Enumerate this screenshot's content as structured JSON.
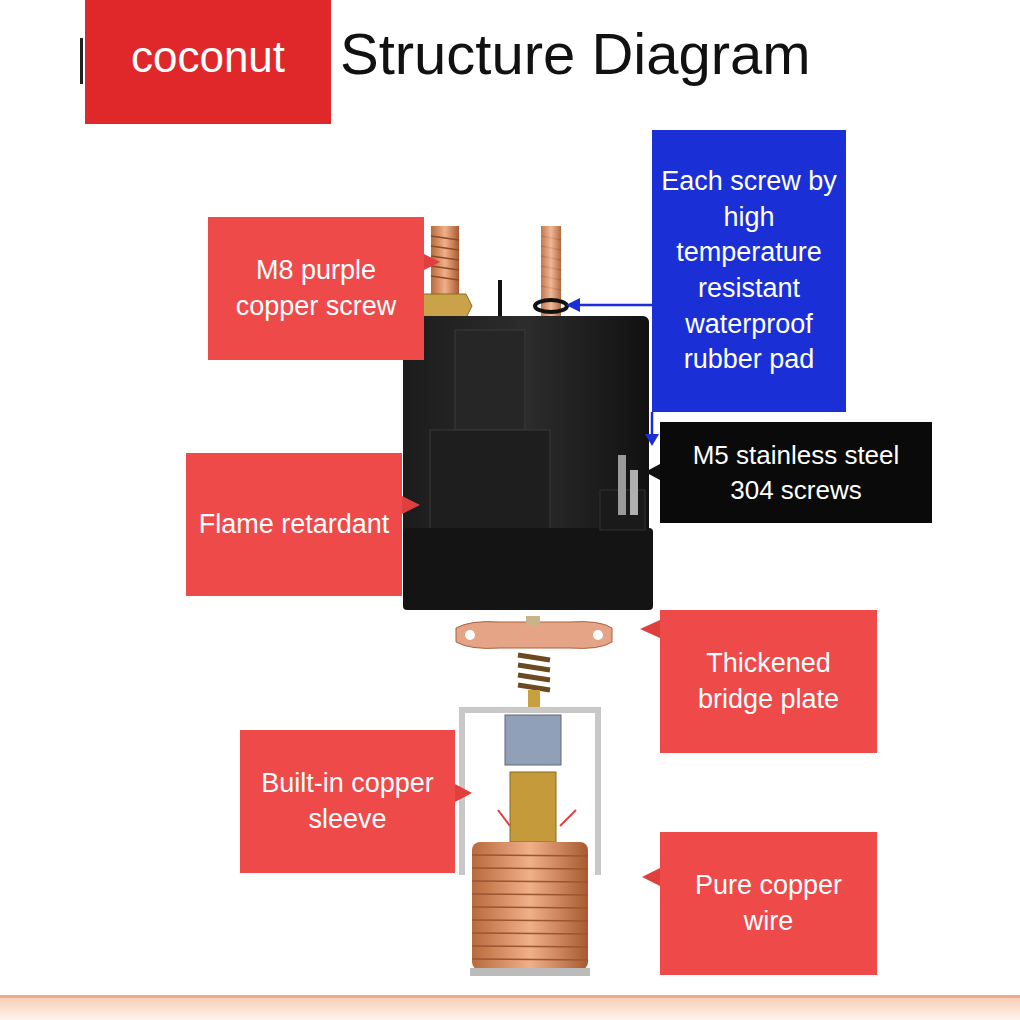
{
  "diagram": {
    "title": "Structure Diagram",
    "nodes": [
      {
        "text": [
          "coconut"
        ]
      },
      {
        "text": [
          "M8 purple copper screw"
        ]
      },
      {
        "text": [
          "Each screw by high temperature resistant waterproof rubber pad"
        ]
      },
      {
        "text": [
          "Flame retardant"
        ]
      },
      {
        "text": [
          "M5 stainless steel 304 screws"
        ]
      },
      {
        "text": [
          "Thickened bridge plate"
        ]
      },
      {
        "text": [
          "Built-in copper sleeve"
        ]
      },
      {
        "text": [
          "Pure copper wire"
        ]
      }
    ]
  }
}
